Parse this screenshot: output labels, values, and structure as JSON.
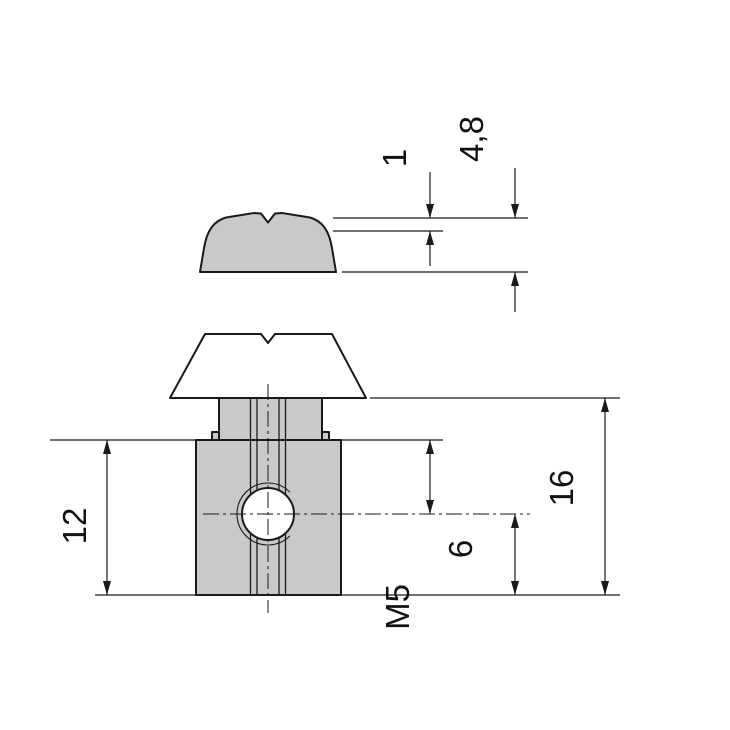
{
  "drawing": {
    "labels": {
      "dim_notch": "1",
      "dim_spring_height": "4,8",
      "dim_body_height": "12",
      "dim_total_height": "16",
      "dim_hole_center": "6",
      "thread_callout": "M5"
    },
    "colors": {
      "line": "#1a1a1a",
      "part_fill": "#c9c9cb",
      "background": "#ffffff"
    }
  }
}
